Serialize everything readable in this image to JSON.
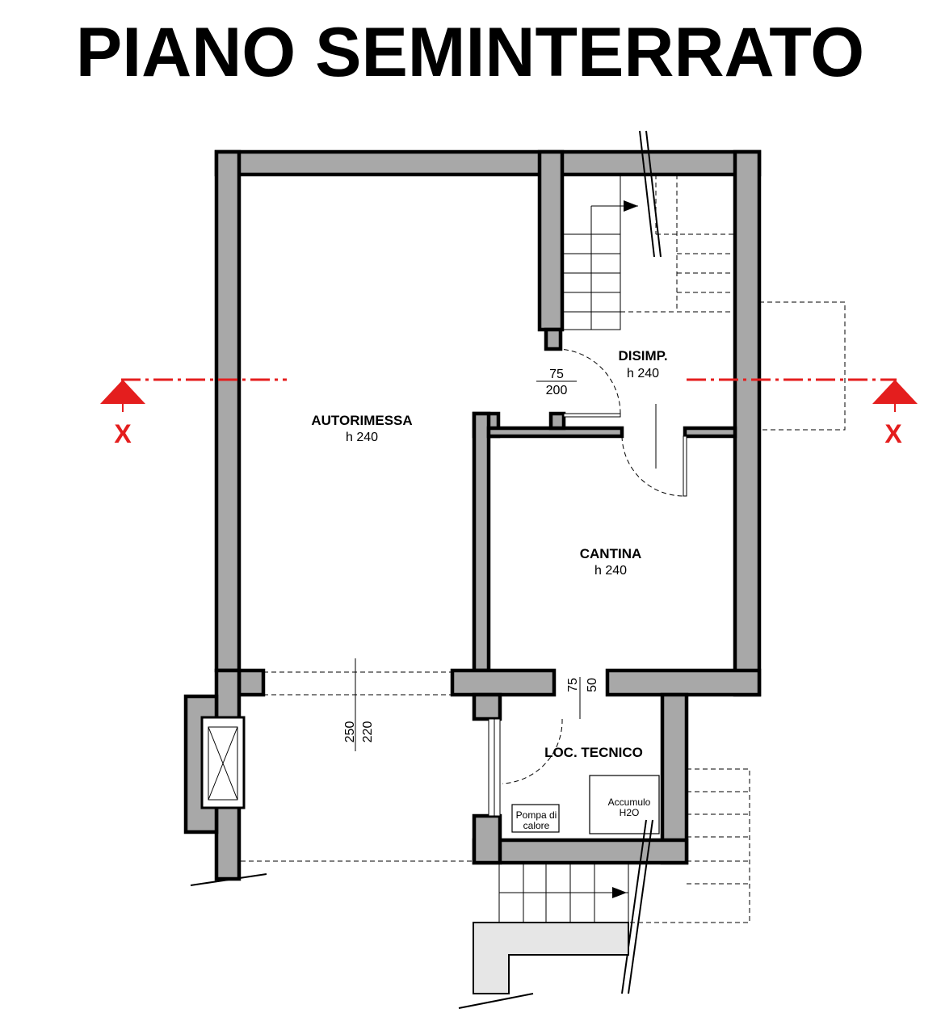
{
  "title": "PIANO SEMINTERRATO",
  "rooms": {
    "autorimessa": {
      "name": "AUTORIMESSA",
      "height": "h 240"
    },
    "disimpegno": {
      "name": "DISIMP.",
      "height": "h 240"
    },
    "cantina": {
      "name": "CANTINA",
      "height": "h 240"
    },
    "locale_tecnico": {
      "name": "LOC. TECNICO"
    }
  },
  "equipment": {
    "pompa": {
      "line1": "Pompa di",
      "line2": "calore"
    },
    "accumulo": {
      "line1": "Accumulo",
      "line2": "H2O"
    }
  },
  "openings": {
    "door_disimp": {
      "width": "75",
      "height": "200"
    },
    "door_tecnico": {
      "width": "75",
      "height": "50"
    },
    "garage_door": {
      "width": "250",
      "height": "220"
    }
  },
  "section_marks": {
    "left": "X",
    "right": "X"
  },
  "colors": {
    "wall_fill": "#a8a8a8",
    "section_line": "#e41e1e"
  }
}
